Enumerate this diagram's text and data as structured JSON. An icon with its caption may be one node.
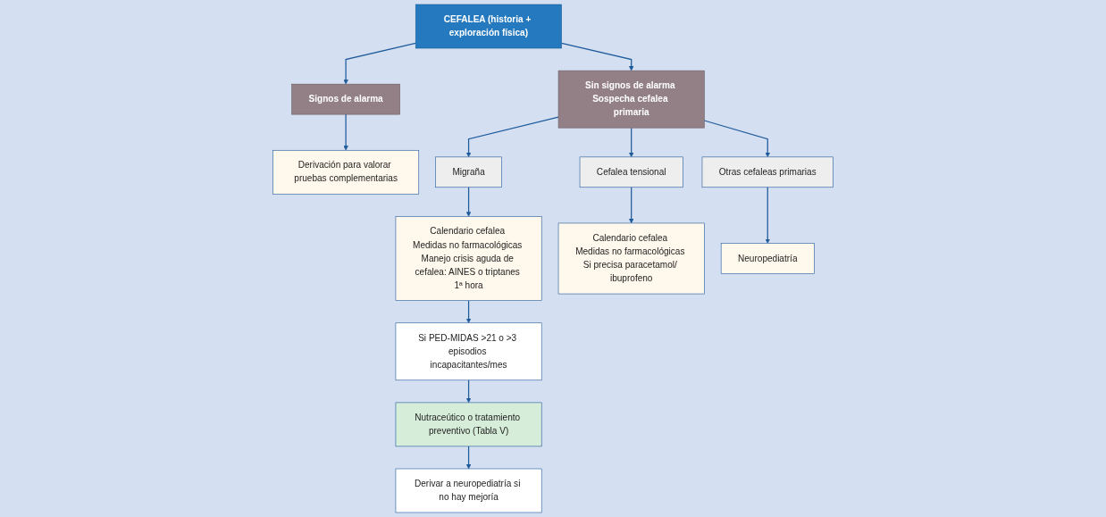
{
  "diagram": {
    "nodes": [
      {
        "text": [
          "CEFALEA (historia + exploración física)"
        ]
      },
      {
        "text": [
          "Signos de alarma"
        ]
      },
      {
        "text": [
          "Sin signos de alarma Sospecha cefalea primaria"
        ]
      },
      {
        "text": [
          "Derivación para valorar pruebas complementarias"
        ]
      },
      {
        "text": [
          "Migraña"
        ]
      },
      {
        "text": [
          "Cefalea tensional"
        ]
      },
      {
        "text": [
          "Otras cefaleas primarias"
        ]
      },
      {
        "text": [
          "Calendario cefalea Medidas no farmacológicas Manejo crisis aguda de cefalea: AINES o triptanes 1ª hora"
        ]
      },
      {
        "text": [
          "Calendario cefalea Medidas no farmacológicas Si precisa paracetamol/ ibuprofeno"
        ]
      },
      {
        "text": [
          "Neuropediatría"
        ]
      },
      {
        "text": [
          "Si PED-MIDAS >21 o >3 episodios incapacitantes/mes"
        ]
      },
      {
        "text": [
          "Nutraceútico o tratamiento preventivo (Tabla V)"
        ]
      },
      {
        "text": [
          "Derivar a neuropediatría si no hay mejoría"
        ]
      }
    ],
    "edges": [
      {
        "from": 0,
        "to": 1,
        "arrow": "to"
      },
      {
        "from": 0,
        "to": 2,
        "arrow": "to"
      },
      {
        "from": 1,
        "to": 3,
        "arrow": "to"
      },
      {
        "from": 2,
        "to": 4,
        "arrow": "to"
      },
      {
        "from": 2,
        "to": 5,
        "arrow": "to"
      },
      {
        "from": 2,
        "to": 6,
        "arrow": "to"
      },
      {
        "from": 4,
        "to": 7,
        "arrow": "to"
      },
      {
        "from": 5,
        "to": 8,
        "arrow": "to"
      },
      {
        "from": 6,
        "to": 9,
        "arrow": "to"
      },
      {
        "from": 7,
        "to": 10,
        "arrow": "to"
      },
      {
        "from": 10,
        "to": 11,
        "arrow": "to"
      },
      {
        "from": 11,
        "to": 12,
        "arrow": "to"
      }
    ]
  }
}
